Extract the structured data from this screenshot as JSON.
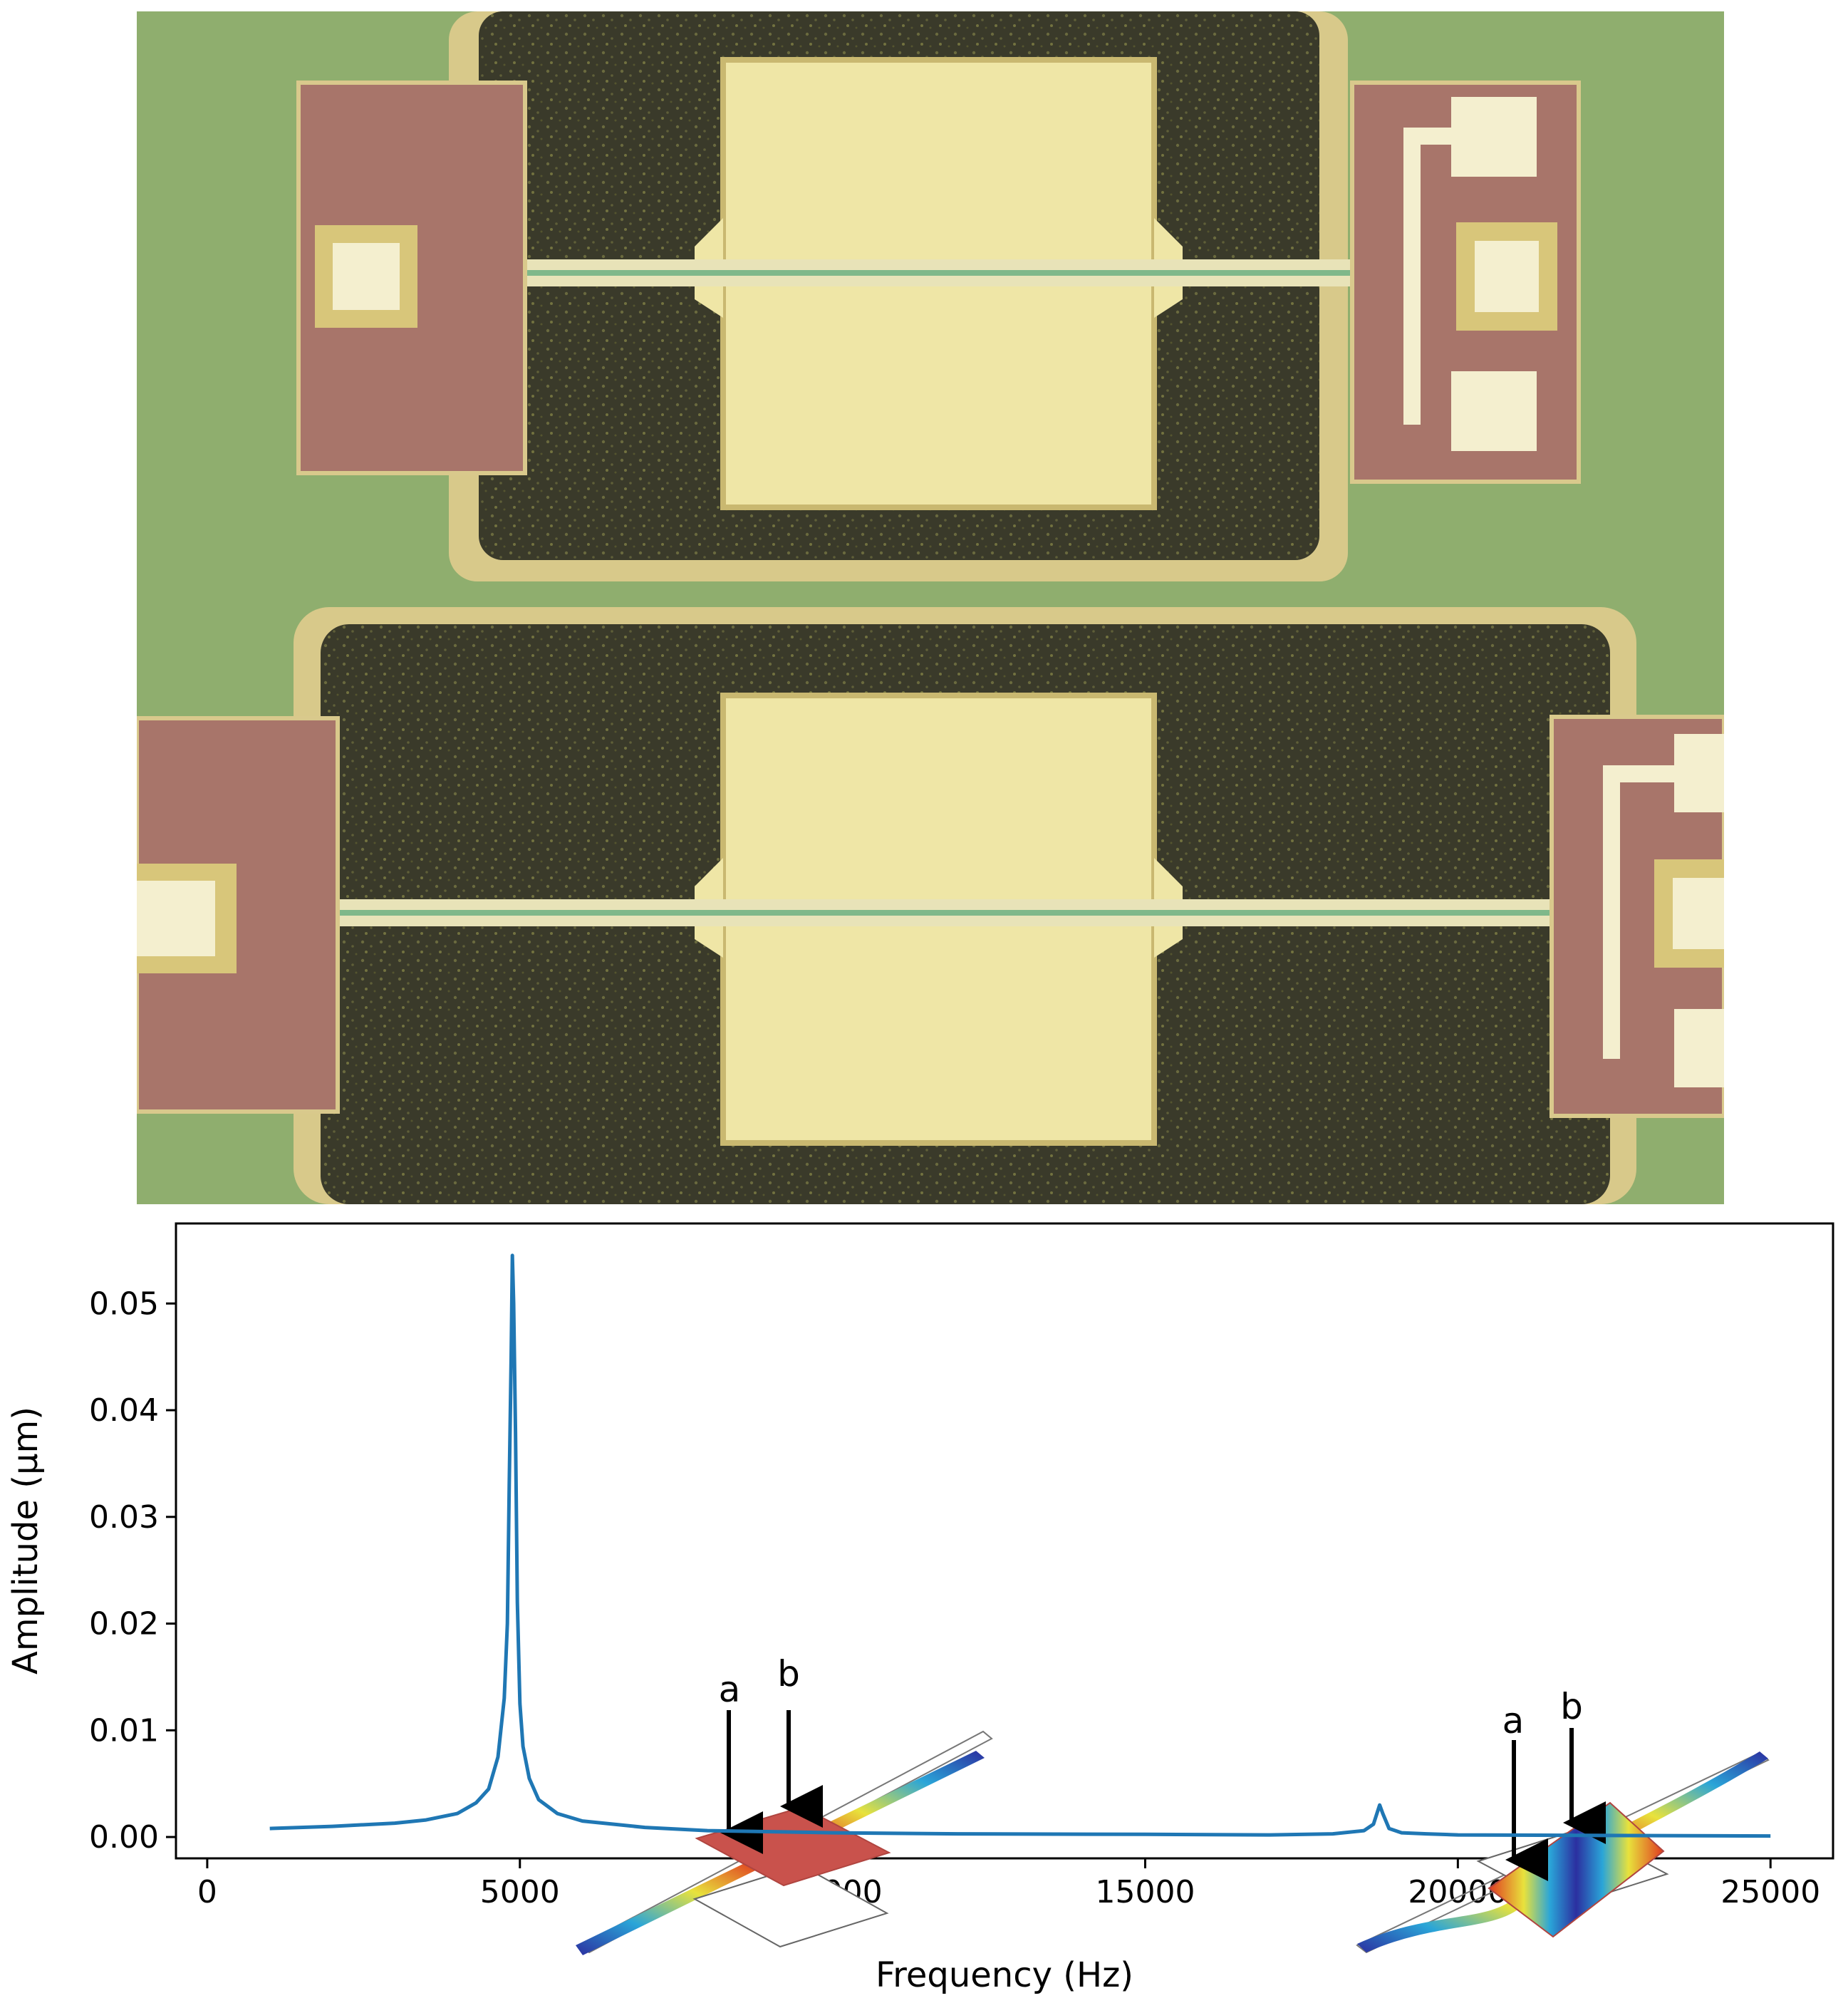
{
  "chart_data": {
    "type": "line",
    "title": "",
    "xlabel": "Frequency (Hz)",
    "ylabel": "Amplitude (μm)",
    "xlim": [
      -500,
      26000
    ],
    "ylim": [
      -0.002,
      0.0575
    ],
    "xticks": [
      0,
      5000,
      10000,
      15000,
      20000,
      25000
    ],
    "yticks": [
      0.0,
      0.01,
      0.02,
      0.03,
      0.04,
      0.05
    ],
    "xtick_labels": [
      "0",
      "5000",
      "10000",
      "15000",
      "20000",
      "25000"
    ],
    "ytick_labels": [
      "0.00",
      "0.01",
      "0.02",
      "0.03",
      "0.04",
      "0.05"
    ],
    "grid": false,
    "legend": "none",
    "series": [
      {
        "color": "#1f77b4",
        "x": [
          1000,
          2000,
          3000,
          3500,
          4000,
          4300,
          4500,
          4650,
          4750,
          4800,
          4830,
          4860,
          4880,
          4900,
          4930,
          4960,
          5000,
          5050,
          5150,
          5300,
          5600,
          6000,
          7000,
          8000,
          10000,
          12000,
          15000,
          17000,
          18000,
          18500,
          18650,
          18750,
          18800,
          18900,
          19100,
          19500,
          20000,
          22000,
          25000
        ],
        "y": [
          0.0008,
          0.001,
          0.0013,
          0.0016,
          0.0022,
          0.0032,
          0.0045,
          0.0075,
          0.013,
          0.02,
          0.033,
          0.045,
          0.0545,
          0.05,
          0.038,
          0.022,
          0.0125,
          0.0085,
          0.0055,
          0.0035,
          0.0022,
          0.0015,
          0.0009,
          0.0006,
          0.0004,
          0.0003,
          0.00025,
          0.0002,
          0.0003,
          0.0006,
          0.0012,
          0.003,
          0.0022,
          0.0008,
          0.0004,
          0.0003,
          0.0002,
          0.00015,
          0.0001
        ]
      }
    ],
    "annotations": [
      {
        "text": "a"
      },
      {
        "text": "b"
      },
      {
        "text": "a"
      },
      {
        "text": "b"
      }
    ]
  }
}
